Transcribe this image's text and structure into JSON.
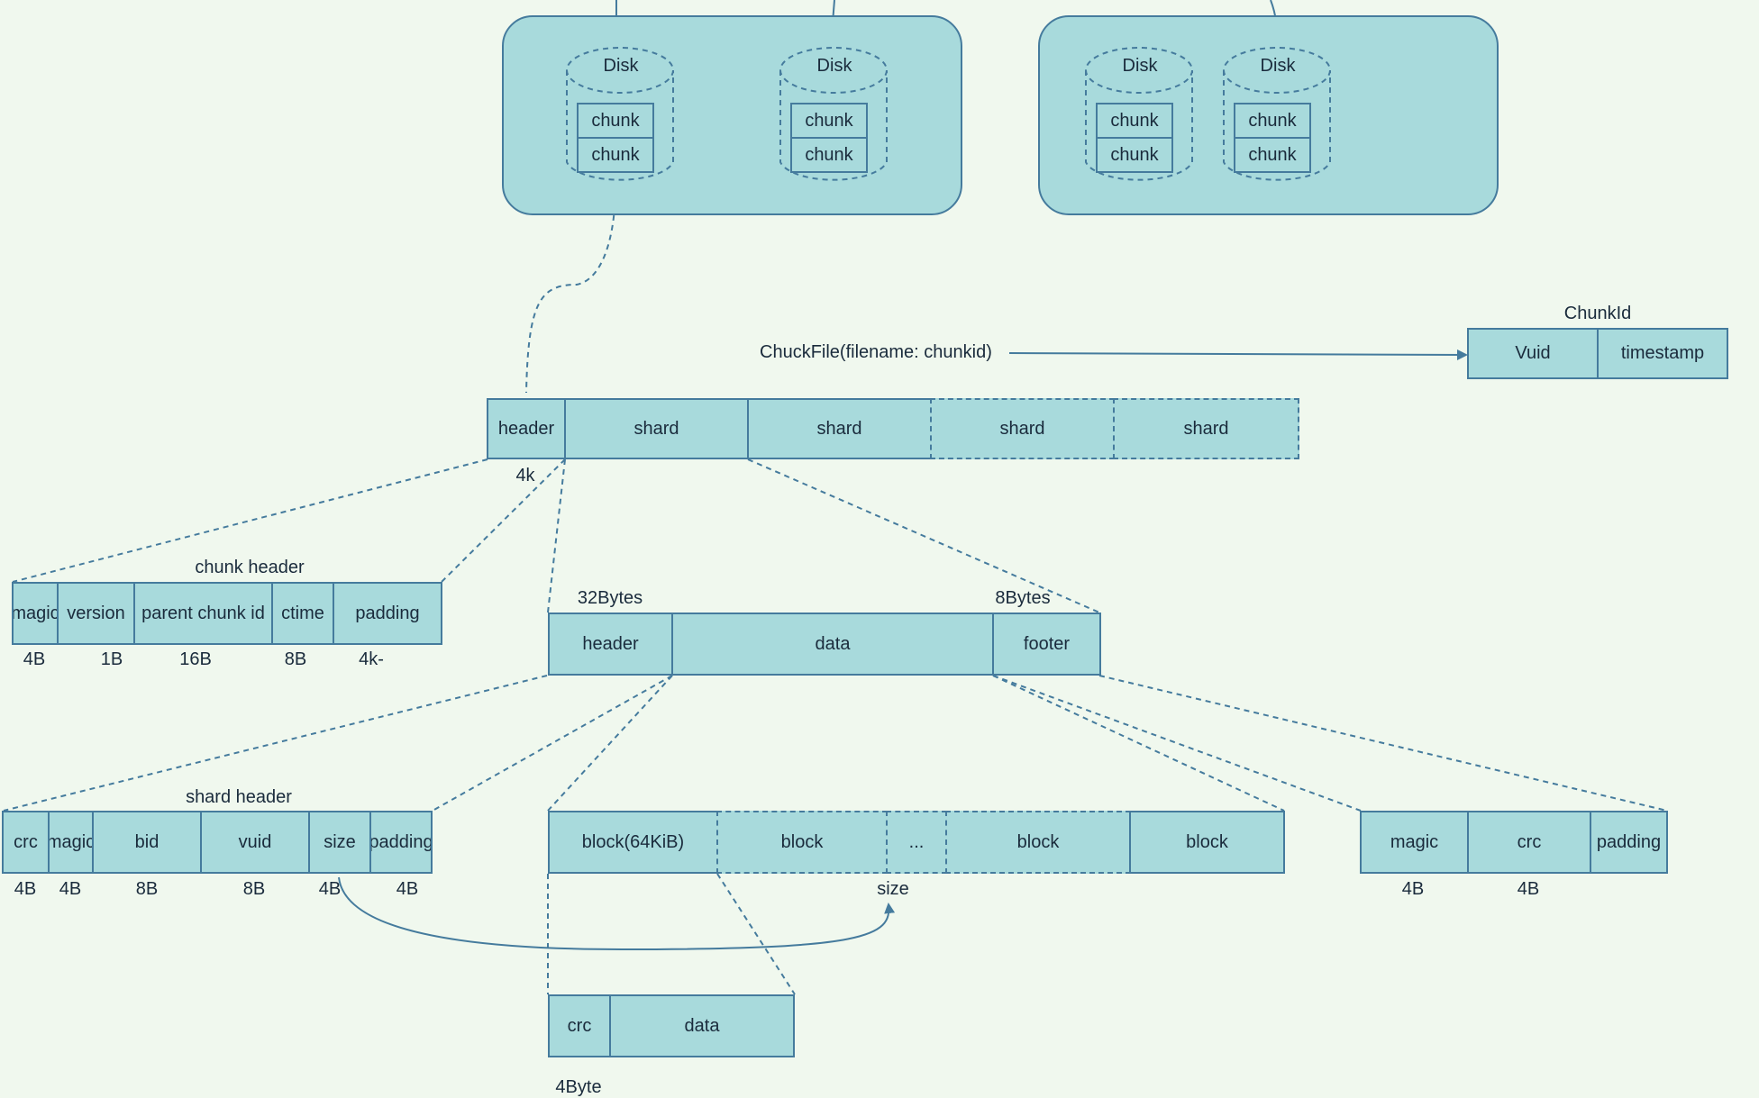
{
  "colors": {
    "fill": "#a8dadc",
    "stroke": "#457b9d",
    "background": "#f0f8ee",
    "text": "#1a2b3c"
  },
  "disks": {
    "label": "Disk",
    "chunk": "chunk"
  },
  "chunkfile": {
    "label": "ChuckFile(filename: chunkid)"
  },
  "chunkid": {
    "title": "ChunkId",
    "vuid": "Vuid",
    "timestamp": "timestamp"
  },
  "file_row": {
    "header": "header",
    "shard": "shard",
    "header_size": "4k"
  },
  "chunk_header": {
    "title": "chunk header",
    "fields": [
      "magic",
      "version",
      "parent chunk id",
      "ctime",
      "padding"
    ],
    "sizes": [
      "4B",
      "1B",
      "16B",
      "8B",
      "4k-"
    ]
  },
  "shard": {
    "header": "header",
    "data": "data",
    "footer": "footer",
    "header_size": "32Bytes",
    "footer_size": "8Bytes"
  },
  "shard_header": {
    "title": "shard header",
    "fields": [
      "crc",
      "magic",
      "bid",
      "vuid",
      "size",
      "padding"
    ],
    "sizes": [
      "4B",
      "4B",
      "8B",
      "8B",
      "4B",
      "4B"
    ]
  },
  "blocks": {
    "first": "block(64KiB)",
    "block": "block",
    "ellipsis": "...",
    "size_label": "size"
  },
  "footer_fields": {
    "fields": [
      "magic",
      "crc",
      "padding"
    ],
    "sizes": [
      "4B",
      "4B"
    ]
  },
  "block_detail": {
    "crc": "crc",
    "data": "data",
    "crc_size": "4Byte"
  }
}
